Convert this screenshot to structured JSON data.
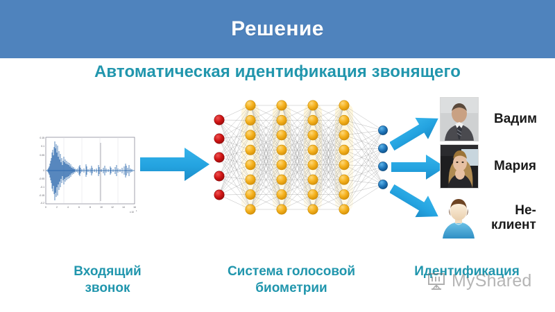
{
  "header": {
    "title": "Решение",
    "bg_color": "#4f83bd",
    "text_color": "#ffffff"
  },
  "subtitle": {
    "text": "Автоматическая идентификация звонящего",
    "color": "#2196ad"
  },
  "palette": {
    "accent_teal": "#2196ad",
    "arrow_blue": "#29a8e0",
    "input_node": "#cc1111",
    "hidden_node": "#f5b018",
    "output_node": "#1b72b8",
    "plot_line": "#1f5fa9",
    "watermark_gray": "#7a7a7a"
  },
  "waveform": {
    "icon": "audio-waveform-plot",
    "y_ticks": [
      "0.15",
      "0.1",
      "0.05",
      "0",
      "-0.05",
      "-0.1",
      "-0.15",
      "-0.2"
    ],
    "x_ticks": [
      "0",
      "2",
      "4",
      "6",
      "8",
      "10",
      "12",
      "14",
      "16"
    ],
    "x_exponent": "x 10",
    "x_exponent_sup": "4"
  },
  "arrow_in": {
    "icon": "arrow-right-icon",
    "color": "#29a8e0"
  },
  "neural_net": {
    "icon": "neural-network-diagram",
    "layers": [
      {
        "name": "input-layer",
        "nodes": 5,
        "color": "#cc1111"
      },
      {
        "name": "hidden-layer-1",
        "nodes": 8,
        "color": "#f5b018"
      },
      {
        "name": "hidden-layer-2",
        "nodes": 8,
        "color": "#f5b018"
      },
      {
        "name": "hidden-layer-3",
        "nodes": 8,
        "color": "#f5b018"
      },
      {
        "name": "hidden-layer-4",
        "nodes": 8,
        "color": "#f5b018"
      },
      {
        "name": "output-layer",
        "nodes": 4,
        "color": "#1b72b8"
      }
    ]
  },
  "arrows_out": [
    {
      "icon": "arrow-up-right-icon",
      "color": "#29a8e0"
    },
    {
      "icon": "arrow-right-icon",
      "color": "#29a8e0"
    },
    {
      "icon": "arrow-down-right-icon",
      "color": "#29a8e0"
    }
  ],
  "results": [
    {
      "name": "Вадим",
      "photo": "photo-man-in-suit"
    },
    {
      "name": "Мария",
      "photo": "photo-woman"
    },
    {
      "name": "Не-\nклиент",
      "photo": "generic-user-avatar-icon"
    }
  ],
  "captions": [
    {
      "text": "Входящий\nзвонок"
    },
    {
      "text": "Система голосовой\nбиометрии"
    },
    {
      "text": "Идентификация"
    }
  ],
  "watermark": {
    "text": "MyShared",
    "icon": "myshared-logo-icon"
  }
}
